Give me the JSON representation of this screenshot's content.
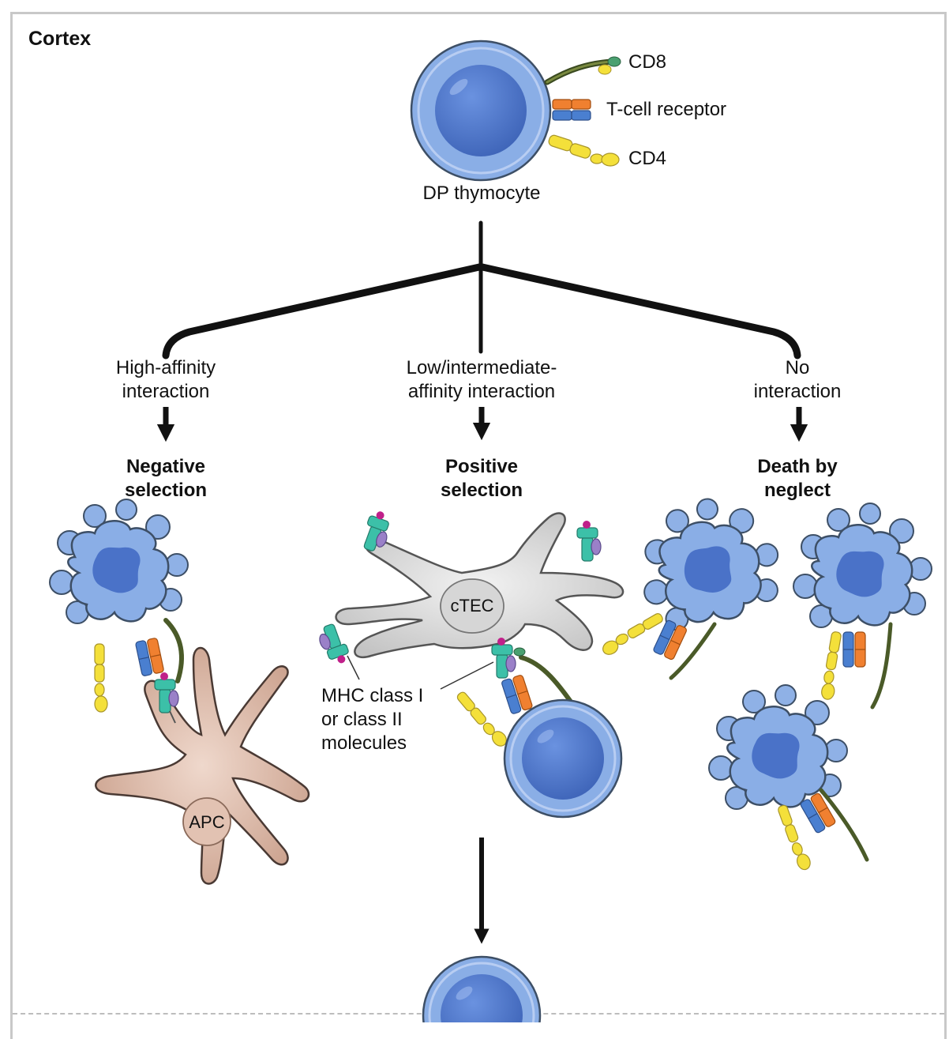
{
  "region_title": "Cortex",
  "top_cell": {
    "name": "DP thymocyte",
    "receptors": [
      "CD8",
      "T-cell receptor",
      "CD4"
    ]
  },
  "branches": [
    {
      "condition": [
        "High-affinity",
        "interaction"
      ],
      "outcome": [
        "Negative",
        "selection"
      ],
      "partner_cell": "APC"
    },
    {
      "condition": [
        "Low/intermediate-",
        "affinity interaction"
      ],
      "outcome": [
        "Positive",
        "selection"
      ],
      "partner_cell": "cTEC",
      "annotation": [
        "MHC class I",
        "or class II",
        "molecules"
      ]
    },
    {
      "condition": [
        "No",
        "interaction"
      ],
      "outcome": [
        "Death by",
        "neglect"
      ]
    }
  ],
  "colors": {
    "cell_outer": "#8aaee6",
    "cell_nucleus": "#4a72c8",
    "tcr_alpha": "#f08030",
    "tcr_beta": "#4a7fd0",
    "cd4": "#f4e03a",
    "cd8": "#5a6a30",
    "mhc": "#3cc0a8",
    "mhc_b": "#9a80c8",
    "peptide": "#c0208a",
    "apc": "#d7b0a0",
    "ctec": "#d4d4d4",
    "frame": "#c8c8c8"
  }
}
